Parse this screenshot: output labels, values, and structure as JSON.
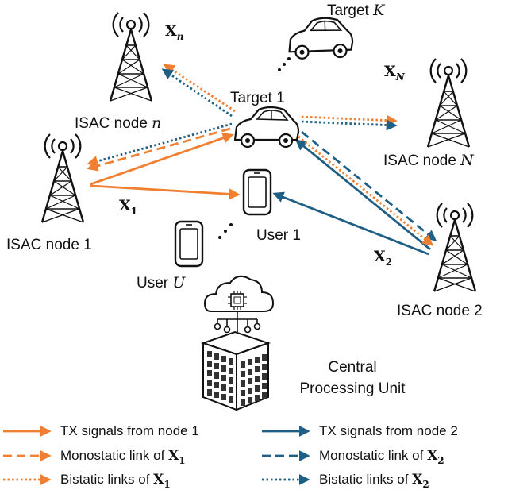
{
  "colors": {
    "orange": "#f07f32",
    "blue": "#1f5f86",
    "ink": "#111111"
  },
  "nodes": {
    "node_n": {
      "label": "ISAC node ",
      "var": "n"
    },
    "node_1": {
      "label": "ISAC node 1"
    },
    "node_N": {
      "label": "ISAC node ",
      "var": "N"
    },
    "node_2": {
      "label": "ISAC node 2"
    }
  },
  "targets": {
    "target_1": {
      "label": "Target 1"
    },
    "target_K": {
      "label": "Target ",
      "var": "K"
    }
  },
  "users": {
    "user_1": {
      "label": "User 1"
    },
    "user_U": {
      "label": "User ",
      "var": "U"
    }
  },
  "signals": {
    "x_n": {
      "sym": "X",
      "sub": "n"
    },
    "x_N": {
      "sym": "X",
      "sub": "N"
    },
    "x_1": {
      "sym": "X",
      "sub": "1"
    },
    "x_2": {
      "sym": "X",
      "sub": "2"
    }
  },
  "cpu": {
    "line1": "Central",
    "line2": "Processing Unit"
  },
  "legend": [
    {
      "style": "solid",
      "color": "orange",
      "text": "TX signals from node 1",
      "sym": "",
      "sub": ""
    },
    {
      "style": "solid",
      "color": "blue",
      "text": "TX signals from node 2",
      "sym": "",
      "sub": ""
    },
    {
      "style": "dashed",
      "color": "orange",
      "text": "Monostatic link of ",
      "sym": "X",
      "sub": "1"
    },
    {
      "style": "dashed",
      "color": "blue",
      "text": "Monostatic link of ",
      "sym": "X",
      "sub": "2"
    },
    {
      "style": "dotted",
      "color": "orange",
      "text": "Bistatic links of ",
      "sym": "X",
      "sub": "1"
    },
    {
      "style": "dotted",
      "color": "blue",
      "text": "Bistatic links of ",
      "sym": "X",
      "sub": "2"
    }
  ],
  "icons": [
    "tower-icon",
    "car-icon",
    "phone-icon",
    "cloud-icon",
    "chip-icon",
    "building-icon"
  ]
}
